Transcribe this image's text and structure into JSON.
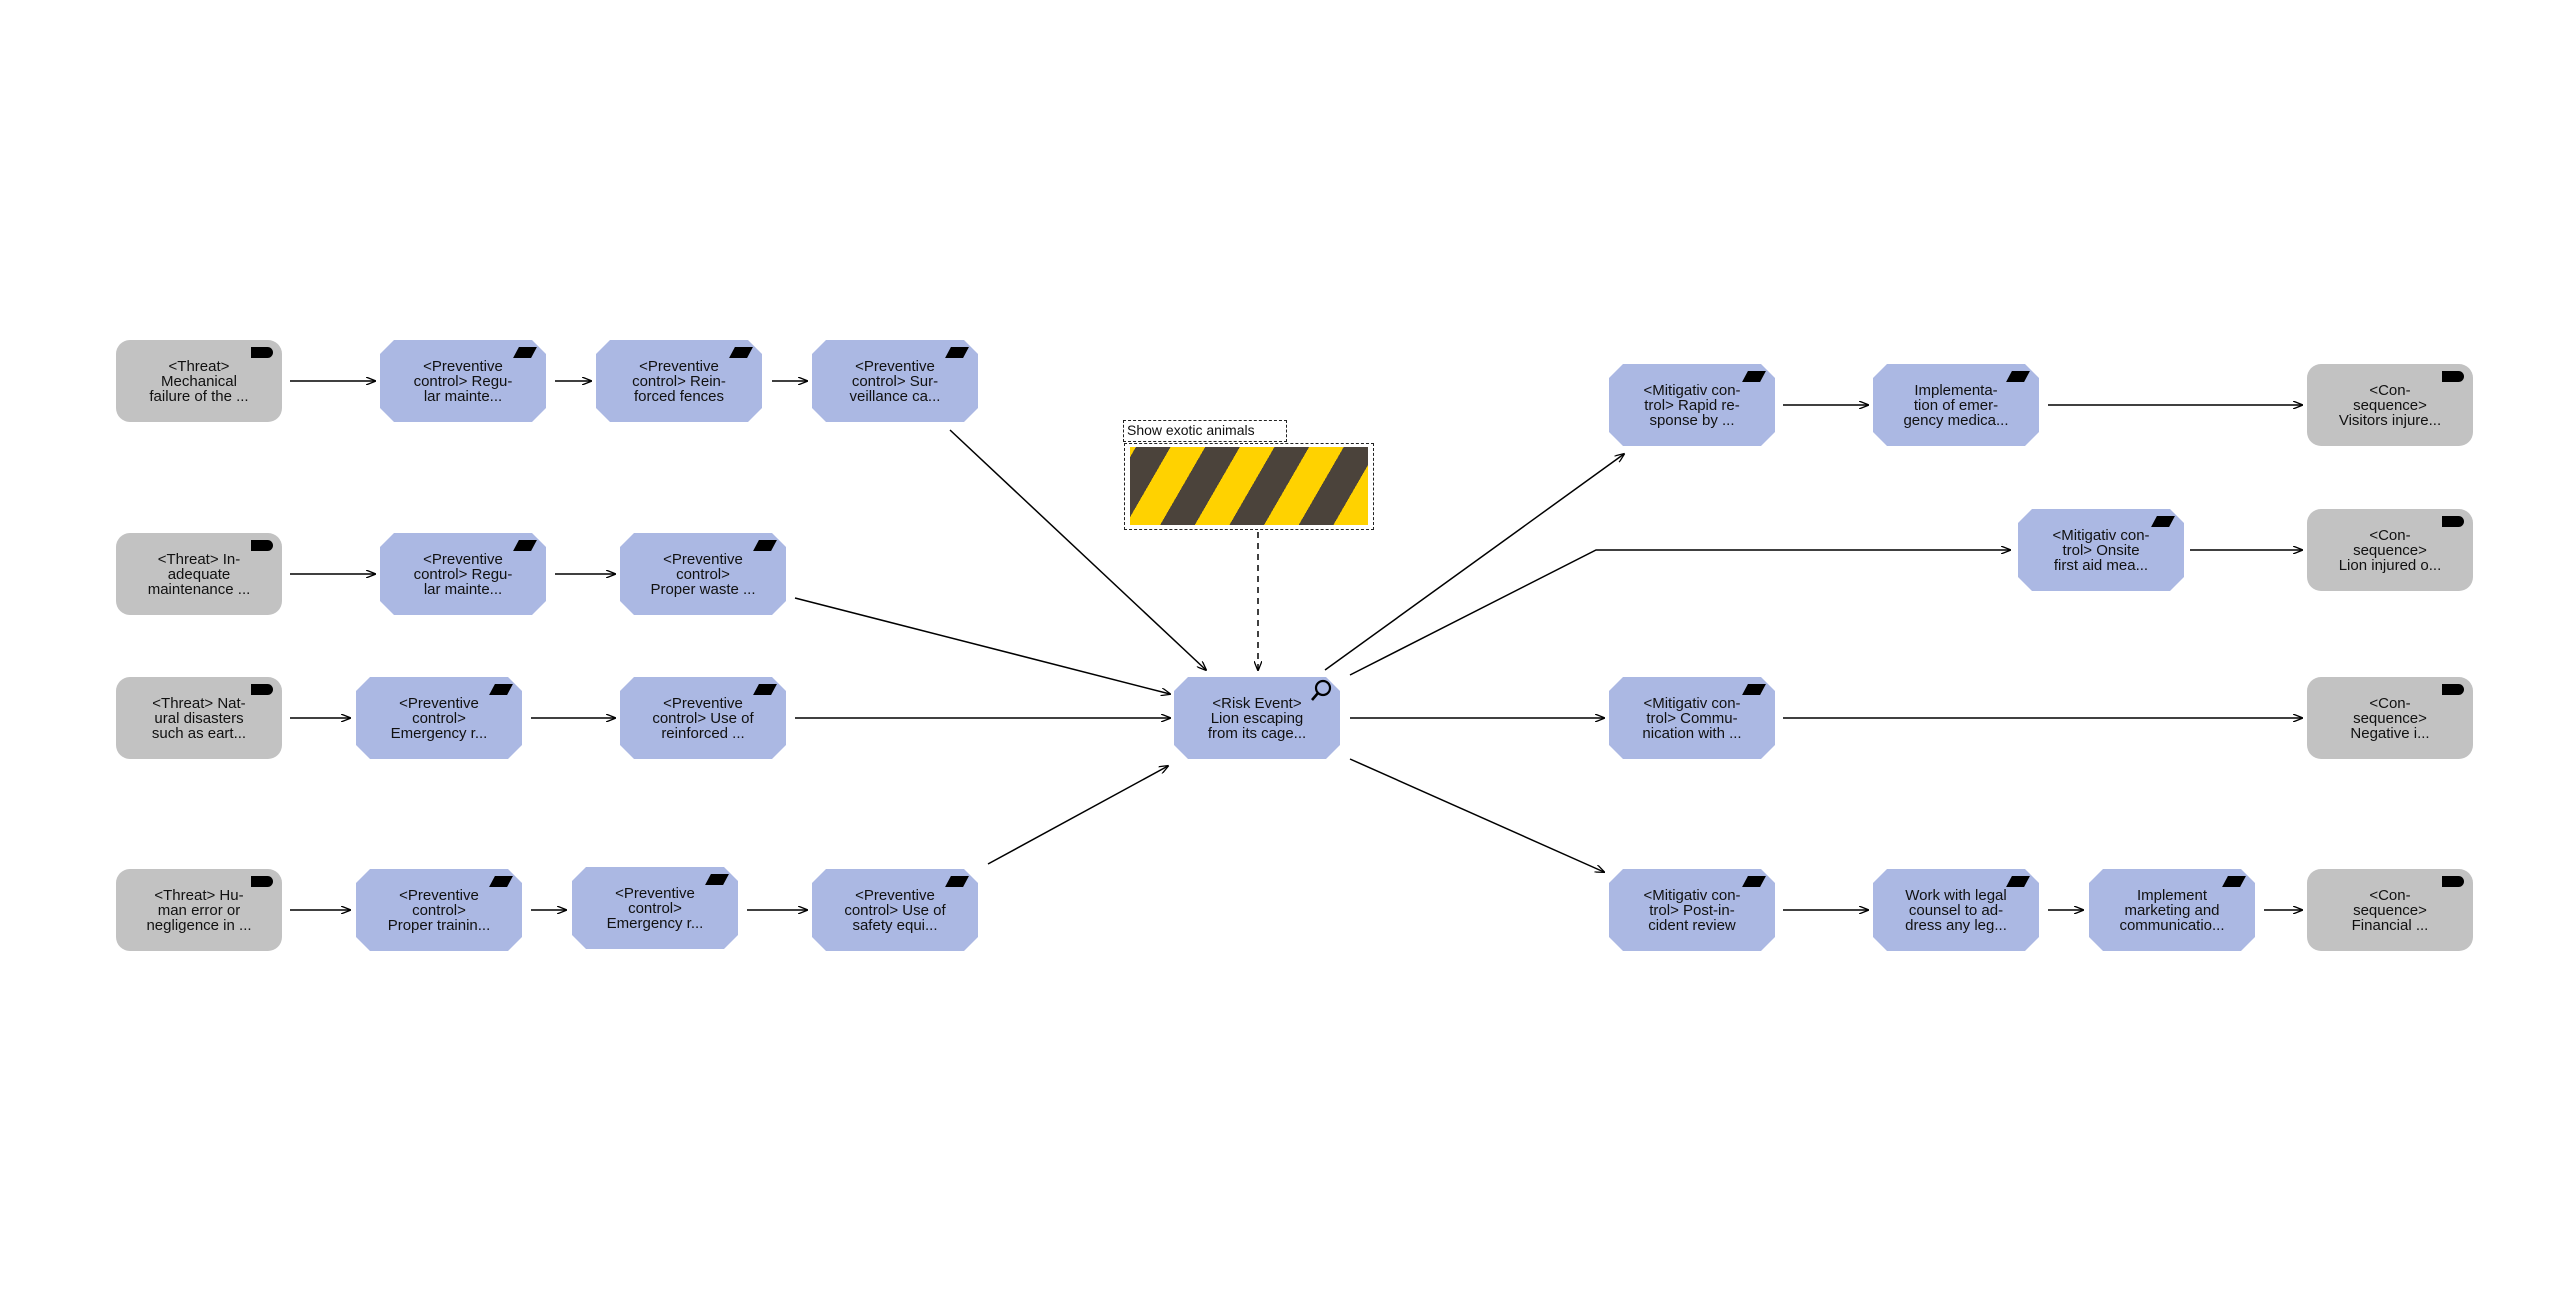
{
  "colors": {
    "threat_fill": "#c2c2c2",
    "consequence_fill": "#c2c2c2",
    "control_fill": "#abb8e3",
    "event_fill": "#abb8e3",
    "hazard_yellow": "#ffd200",
    "hazard_dark": "#4b433b",
    "line": "#000000"
  },
  "hazard": {
    "label": "Show exotic animals",
    "image_icon": "hazard-stripes"
  },
  "risk_event": {
    "label": "<Risk Event>\nLion escaping\nfrom its cage...",
    "icon": "magnifier-icon"
  },
  "threats": [
    {
      "label": "<Threat>\nMechanical\nfailure of the ..."
    },
    {
      "label": "<Threat> In-\nadequate\nmaintenance ..."
    },
    {
      "label": "<Threat> Nat-\nural disasters\nsuch as eart..."
    },
    {
      "label": "<Threat> Hu-\nman error or\nnegligence in ..."
    }
  ],
  "preventive_controls": [
    {
      "label": "<Preventive\ncontrol> Regu-\nlar mainte..."
    },
    {
      "label": "<Preventive\ncontrol> Rein-\nforced fences"
    },
    {
      "label": "<Preventive\ncontrol> Sur-\nveillance ca..."
    },
    {
      "label": "<Preventive\ncontrol> Regu-\nlar mainte..."
    },
    {
      "label": "<Preventive\ncontrol>\nProper waste ..."
    },
    {
      "label": "<Preventive\ncontrol>\nEmergency r..."
    },
    {
      "label": "<Preventive\ncontrol> Use of\nreinforced ..."
    },
    {
      "label": "<Preventive\ncontrol>\nProper trainin..."
    },
    {
      "label": "<Preventive\ncontrol>\nEmergency r..."
    },
    {
      "label": "<Preventive\ncontrol> Use of\nsafety equi..."
    }
  ],
  "mitigative_controls": [
    {
      "label": "<Mitigativ con-\ntrol> Rapid re-\nsponse by ..."
    },
    {
      "label": "Implementa-\ntion of emer-\ngency medica..."
    },
    {
      "label": "<Mitigativ con-\ntrol> Onsite\nfirst aid mea..."
    },
    {
      "label": "<Mitigativ con-\ntrol> Commu-\nnication with ..."
    },
    {
      "label": "<Mitigativ con-\ntrol> Post-in-\ncident review"
    },
    {
      "label": "Work with legal\ncounsel to ad-\ndress any leg..."
    },
    {
      "label": "Implement\nmarketing and\ncommunicatio..."
    }
  ],
  "consequences": [
    {
      "label": "<Con-\nsequence>\nVisitors injure..."
    },
    {
      "label": "<Con-\nsequence>\nLion injured o..."
    },
    {
      "label": "<Con-\nsequence>\nNegative i..."
    },
    {
      "label": "<Con-\nsequence>\nFinancial ..."
    }
  ]
}
